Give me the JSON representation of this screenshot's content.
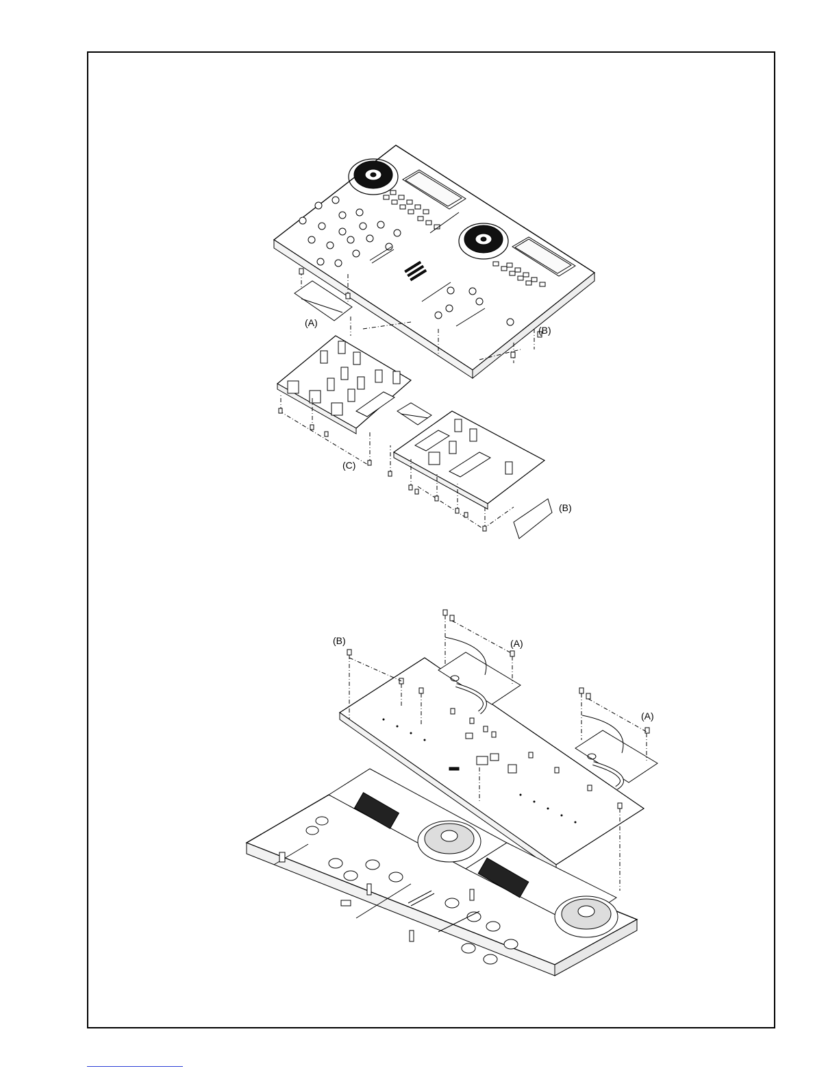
{
  "callouts": {
    "top_A": "(A)",
    "top_B_upper": "(B)",
    "top_C": "(C)",
    "top_B_lower": "(B)",
    "bottom_B": "(B)",
    "bottom_A_left": "(A)",
    "bottom_A_right": "(A)"
  },
  "colors": {
    "line": "#000000",
    "background": "#ffffff",
    "footer_link": "#2b3fd6"
  }
}
